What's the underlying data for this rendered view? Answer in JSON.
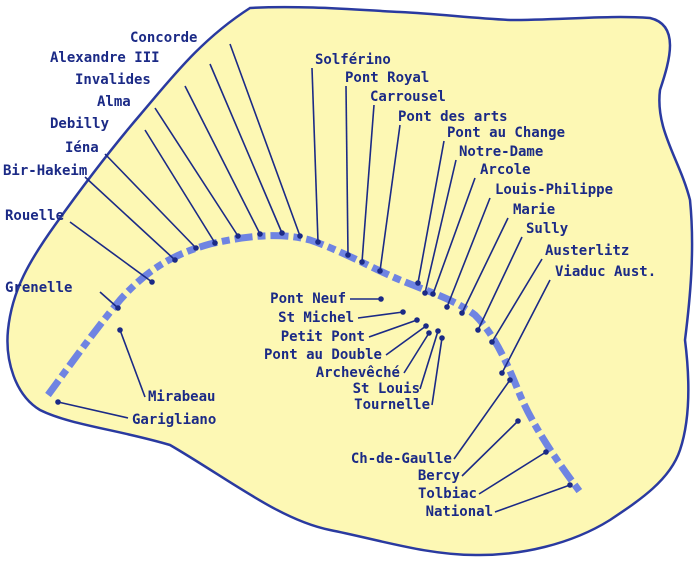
{
  "colors": {
    "land": "#fdf8b4",
    "outline": "#2a3aa0",
    "river": "#6f84e2",
    "text": "#1b2a86"
  },
  "bridges": [
    "Concorde",
    "Alexandre III",
    "Invalides",
    "Alma",
    "Debilly",
    "Iéna",
    "Bir-Hakeim",
    "Rouelle",
    "Grenelle",
    "Mirabeau",
    "Garigliano",
    "Solférino",
    "Pont Royal",
    "Carrousel",
    "Pont des arts",
    "Pont au Change",
    "Notre-Dame",
    "Arcole",
    "Louis-Philippe",
    "Marie",
    "Sully",
    "Austerlitz",
    "Viaduc Aust.",
    "Pont Neuf",
    "St Michel",
    "Petit Pont",
    "Pont au Double",
    "Archevêché",
    "St Louis",
    "Tournelle",
    "Ch-de-Gaulle",
    "Bercy",
    "Tolbiac",
    "National"
  ]
}
